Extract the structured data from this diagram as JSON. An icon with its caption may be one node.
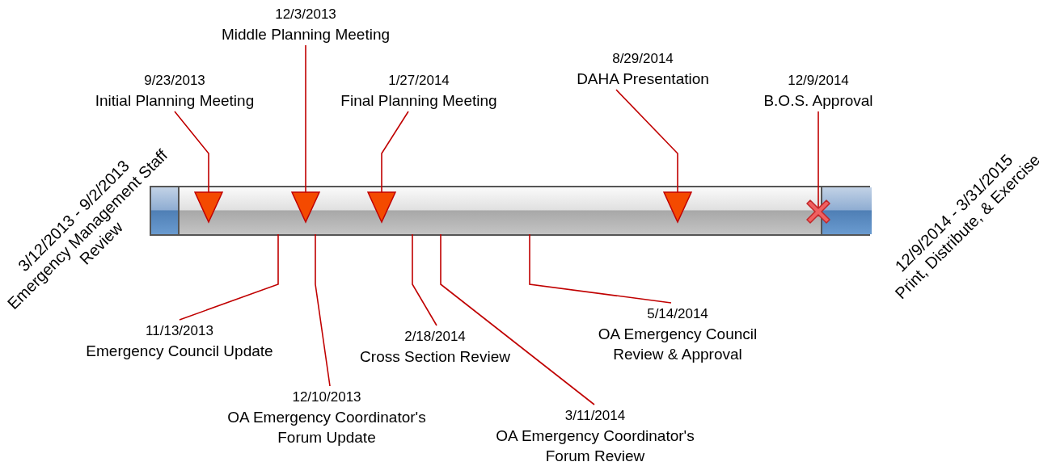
{
  "diagram": {
    "nodes": [
      {
        "text": [],
        "shape": "bar"
      },
      {
        "text": [],
        "shape": "box",
        "in": 0,
        "beside": [
          "3/12/2013 - 9/2/2013",
          "Emergency Management Staff Review"
        ]
      },
      {
        "text": [],
        "shape": "box",
        "in": 0,
        "beside": [
          "12/9/2014 - 3/31/2015",
          "Print, Distribute, & Exercise"
        ]
      },
      {
        "text": [
          "12/3/2013",
          "Middle Planning Meeting"
        ]
      },
      {
        "text": [
          "8/29/2014",
          "DAHA Presentation"
        ]
      },
      {
        "text": [
          "9/23/2013",
          "Initial Planning Meeting"
        ]
      },
      {
        "text": [
          "1/27/2014",
          "Final Planning Meeting"
        ]
      },
      {
        "text": [
          "12/9/2014",
          "B.O.S. Approval"
        ]
      },
      {
        "text": [
          "5/14/2014",
          "OA Emergency Council Review & Approval"
        ]
      },
      {
        "text": [
          "11/13/2013",
          "Emergency Council Update"
        ]
      },
      {
        "text": [
          "2/18/2014",
          "Cross Section Review"
        ]
      },
      {
        "text": [
          "12/10/2013",
          "OA Emergency Coordinator's Forum Update"
        ]
      },
      {
        "text": [
          "3/11/2014",
          "OA Emergency Coordinator's Forum Review"
        ]
      }
    ],
    "edges": [
      {
        "from": 3,
        "to": 0,
        "arrow": "to"
      },
      {
        "from": 4,
        "to": 0,
        "arrow": "to"
      },
      {
        "from": 5,
        "to": 0,
        "arrow": "to"
      },
      {
        "from": 6,
        "to": 0,
        "arrow": "to"
      },
      {
        "from": 7,
        "to": 0,
        "arrow": "other"
      },
      {
        "from": 8,
        "to": 0,
        "arrow": "none"
      },
      {
        "from": 9,
        "to": 0,
        "arrow": "none"
      },
      {
        "from": 10,
        "to": 0,
        "arrow": "none"
      },
      {
        "from": 11,
        "to": 0,
        "arrow": "none"
      },
      {
        "from": 12,
        "to": 0,
        "arrow": "none"
      }
    ]
  }
}
